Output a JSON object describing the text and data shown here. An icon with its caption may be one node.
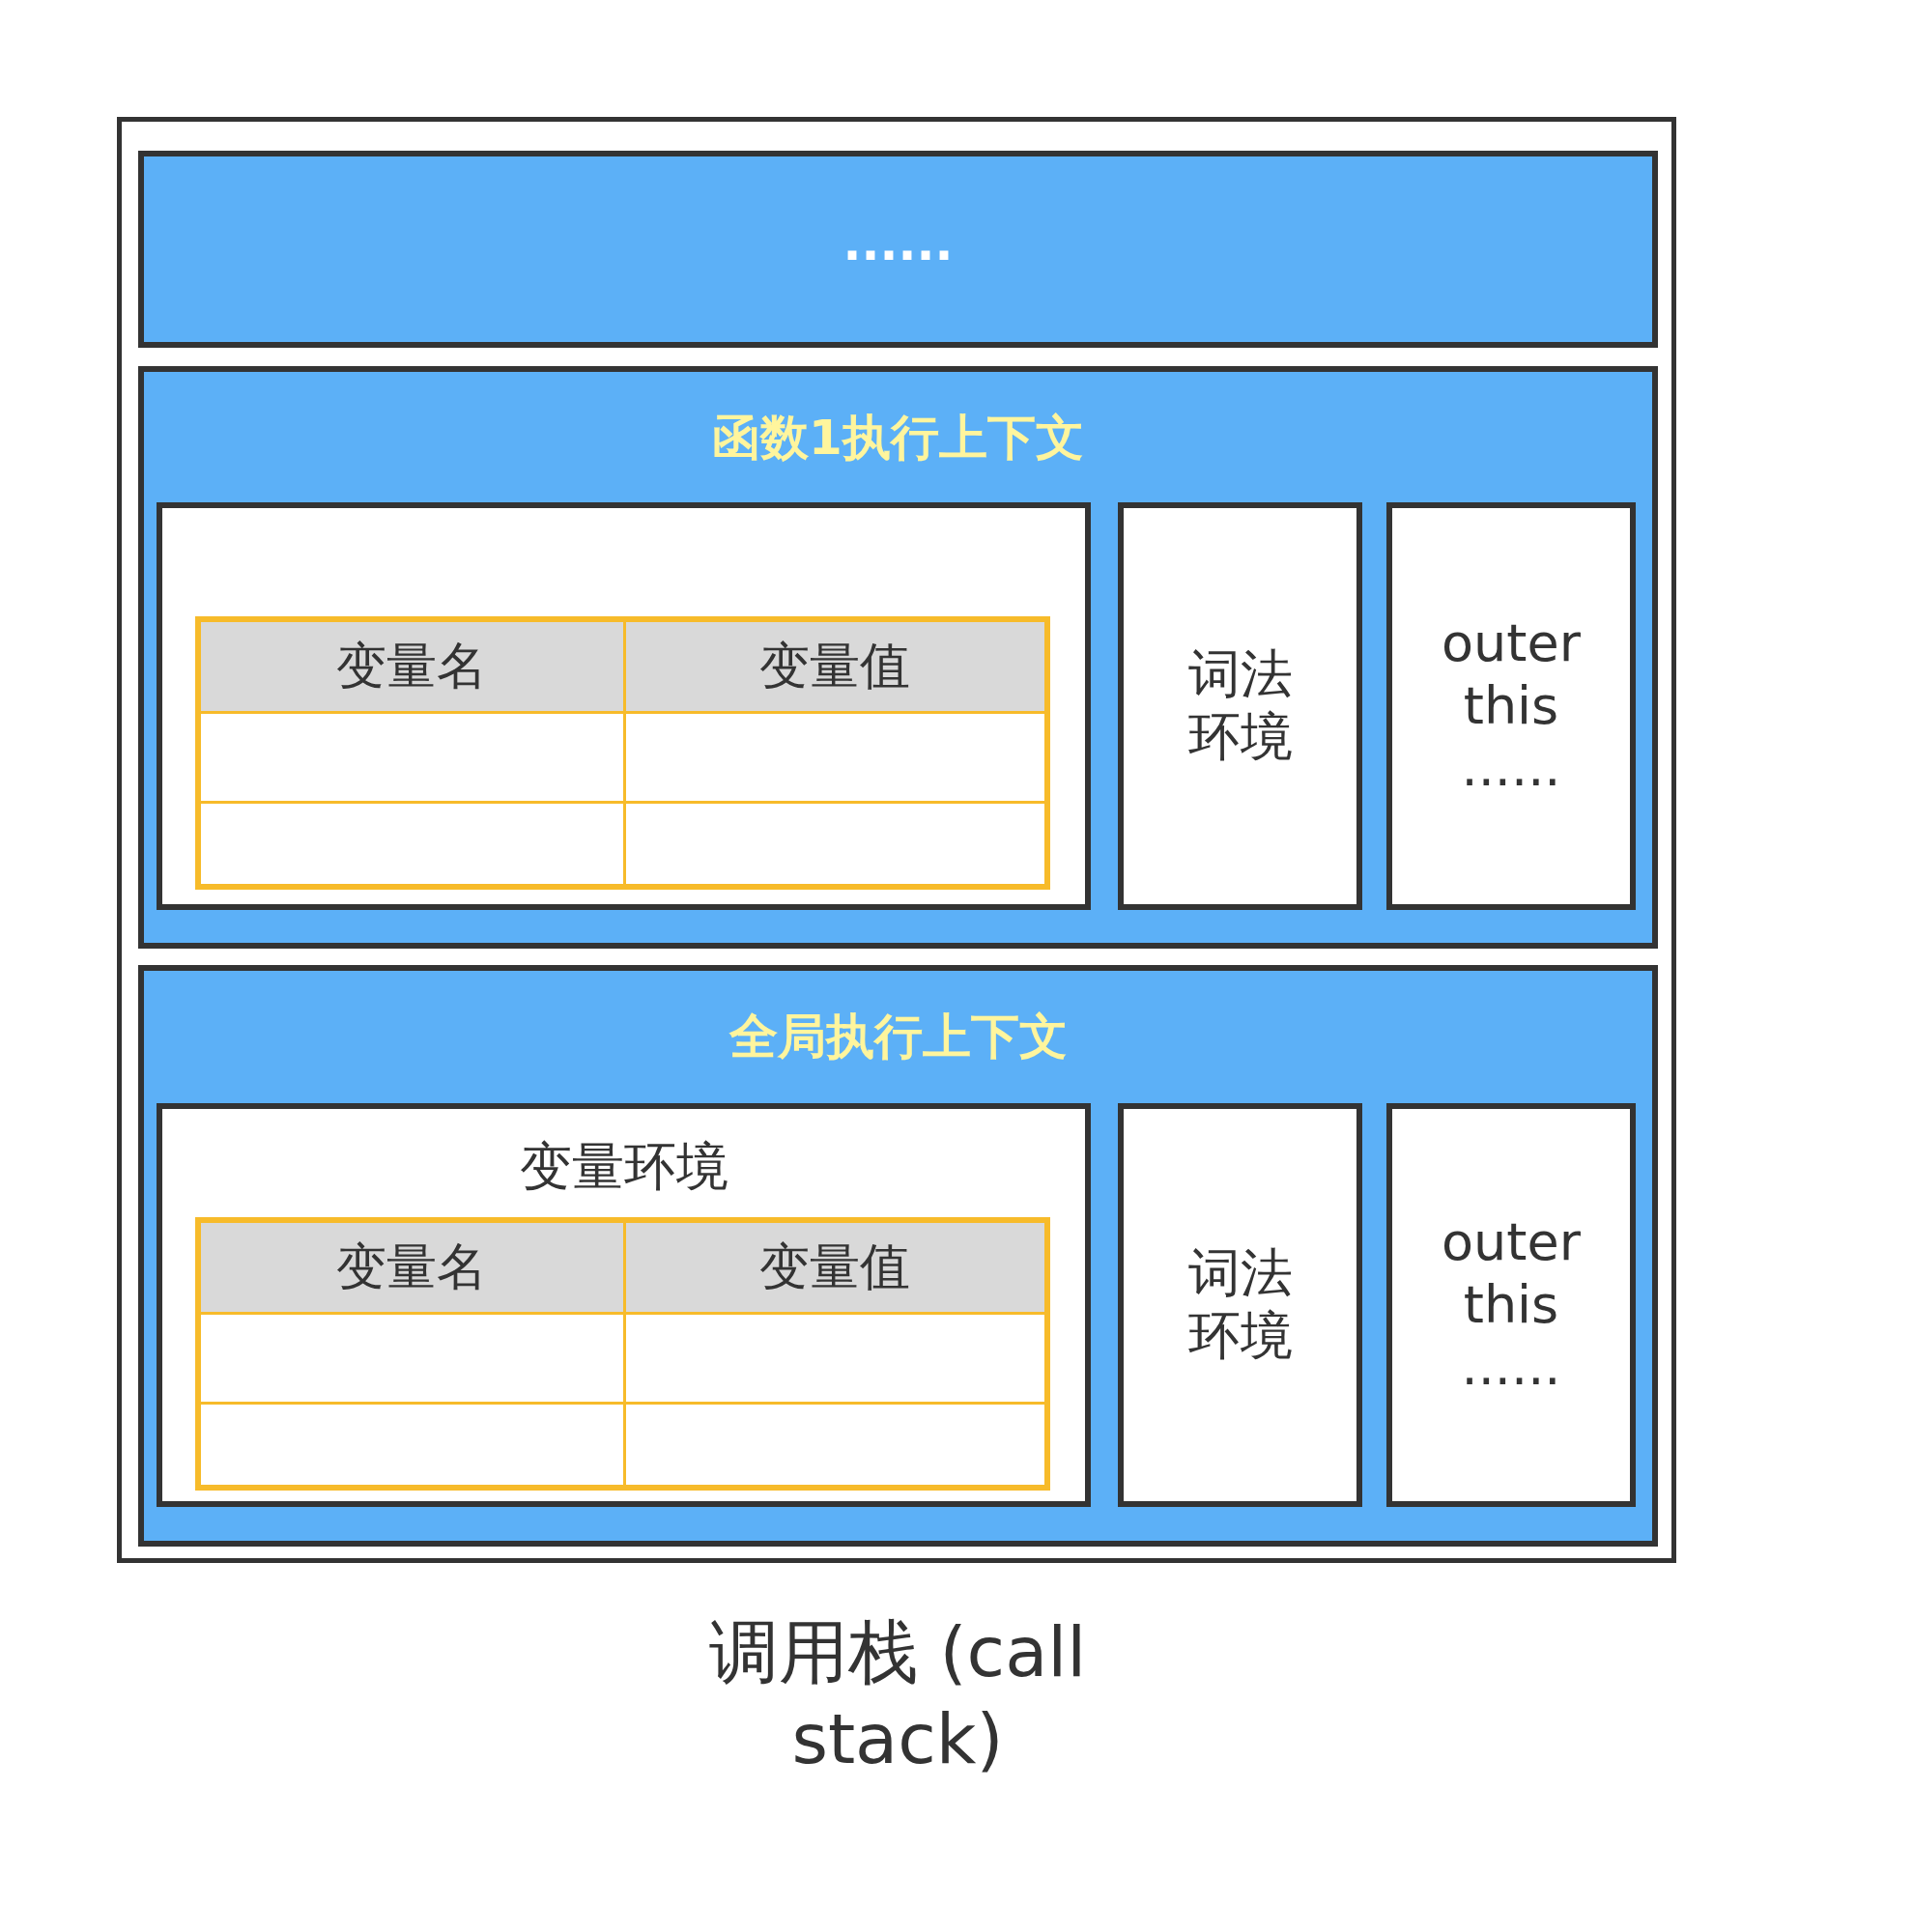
{
  "diagram": {
    "caption": "调用栈 (call stack)",
    "nodes": [
      {
        "text": [],
        "shape": "box"
      },
      {
        "text": [
          "......"
        ],
        "in": 0
      },
      {
        "text": [
          "函数1执行上下文"
        ],
        "in": 0
      },
      {
        "text": [],
        "shape": "box",
        "in": 2
      },
      {
        "text": [
          "变量名",
          "变量值"
        ],
        "in": 3
      },
      {
        "text": [
          "词法环境"
        ],
        "in": 2
      },
      {
        "text": [
          "outer",
          "this",
          "......"
        ],
        "in": 2
      },
      {
        "text": [
          "全局执行上下文"
        ],
        "in": 0
      },
      {
        "text": [
          "变量环境"
        ],
        "in": 7
      },
      {
        "text": [
          "变量名",
          "变量值"
        ],
        "in": 8
      },
      {
        "text": [
          "词法环境"
        ],
        "in": 7
      },
      {
        "text": [
          "outer",
          "this",
          "......"
        ],
        "in": 7
      }
    ]
  }
}
